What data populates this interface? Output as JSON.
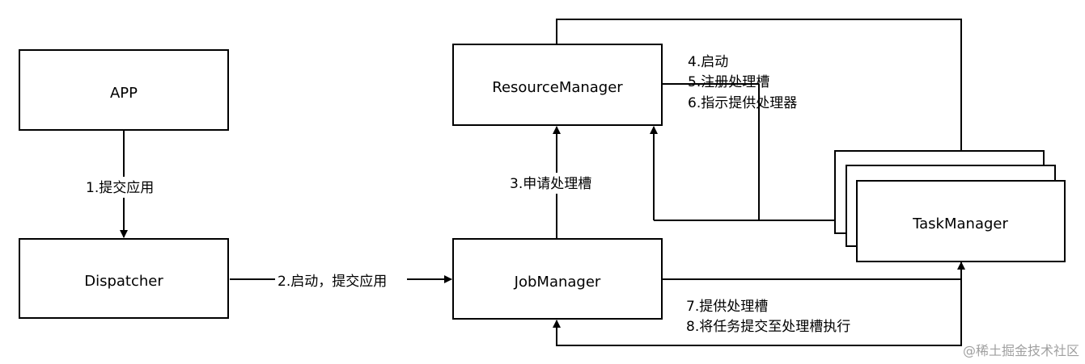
{
  "nodes": {
    "app": "APP",
    "dispatcher": "Dispatcher",
    "jobmanager": "JobManager",
    "resourcemanager": "ResourceManager",
    "taskmanager": "TaskManager"
  },
  "edges": {
    "submit_app": "1.提交应用",
    "start_submit": "2.启动，提交应用",
    "request_slot": "3.申请处理槽",
    "start": "4.启动",
    "register_slot": "5.注册处理槽",
    "instruct_provide": "6.指示提供处理器",
    "provide_slot": "7.提供处理槽",
    "submit_task": "8.将任务提交至处理槽执行"
  },
  "watermark": "@稀土掘金技术社区",
  "colors": {
    "line": "#000000",
    "background": "#ffffff",
    "watermark": "#a0a0a0"
  }
}
